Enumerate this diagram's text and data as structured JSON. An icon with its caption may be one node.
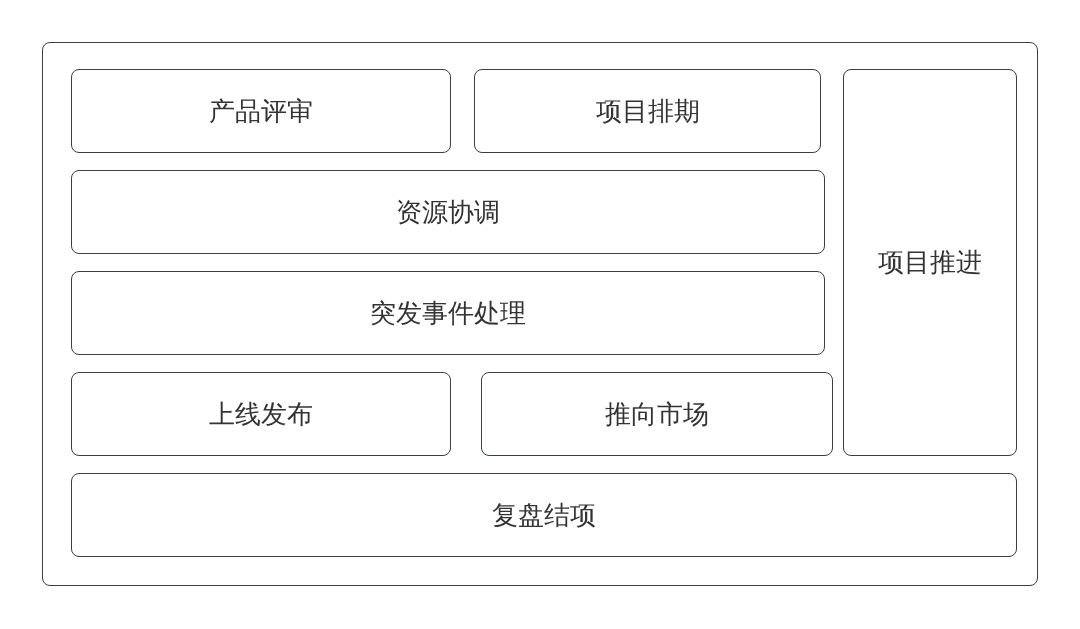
{
  "diagram": {
    "nodes": [
      {
        "text": [],
        "shape": "box"
      },
      {
        "text": [
          "产品评审"
        ],
        "in": 0
      },
      {
        "text": [
          "项目排期"
        ],
        "in": 0
      },
      {
        "text": [
          "项目推进"
        ],
        "in": 0
      },
      {
        "text": [
          "资源协调"
        ],
        "in": 0
      },
      {
        "text": [
          "突发事件处理"
        ],
        "in": 0
      },
      {
        "text": [
          "上线发布"
        ],
        "in": 0
      },
      {
        "text": [
          "推向市场"
        ],
        "in": 0
      },
      {
        "text": [
          "复盘结项"
        ],
        "in": 0
      }
    ],
    "edges": []
  }
}
